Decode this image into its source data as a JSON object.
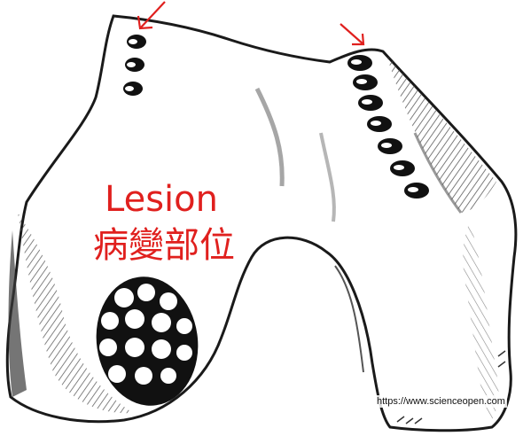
{
  "figure": {
    "label_en": "Lesion",
    "label_zh": "病變部位",
    "source_url": "https://www.scienceopen.com",
    "label_color": "#e0201e",
    "arrow_color": "#e0201e",
    "ink_color": "#1a1a1a"
  }
}
